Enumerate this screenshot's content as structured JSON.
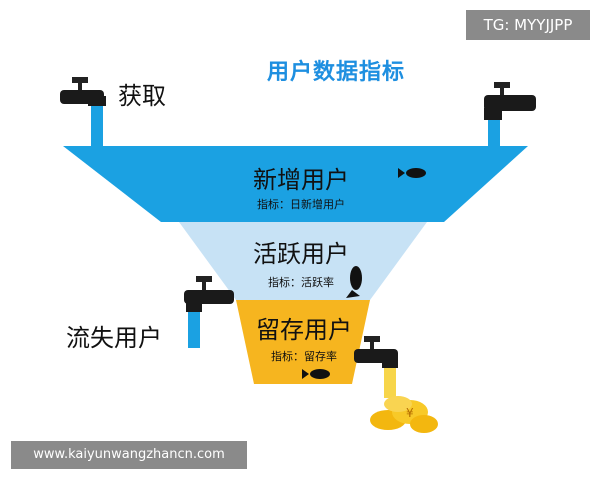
{
  "title": "用户数据指标",
  "watermarks": {
    "tg": "TG: MYYJJPP",
    "url": "www.kaiyunwangzhancn.com"
  },
  "labels": {
    "acquire": "获取",
    "churn": "流失用户"
  },
  "stages": [
    {
      "name": "新增用户",
      "metric": "指标：日新增用户",
      "color": "#1ba1e2"
    },
    {
      "name": "活跃用户",
      "metric": "指标：活跃率",
      "color": "#c7e2f5"
    },
    {
      "name": "留存用户",
      "metric": "指标：留存率",
      "color": "#f6b51f"
    }
  ],
  "icons": [
    "faucet-icon",
    "fish-icon",
    "coins-icon"
  ]
}
